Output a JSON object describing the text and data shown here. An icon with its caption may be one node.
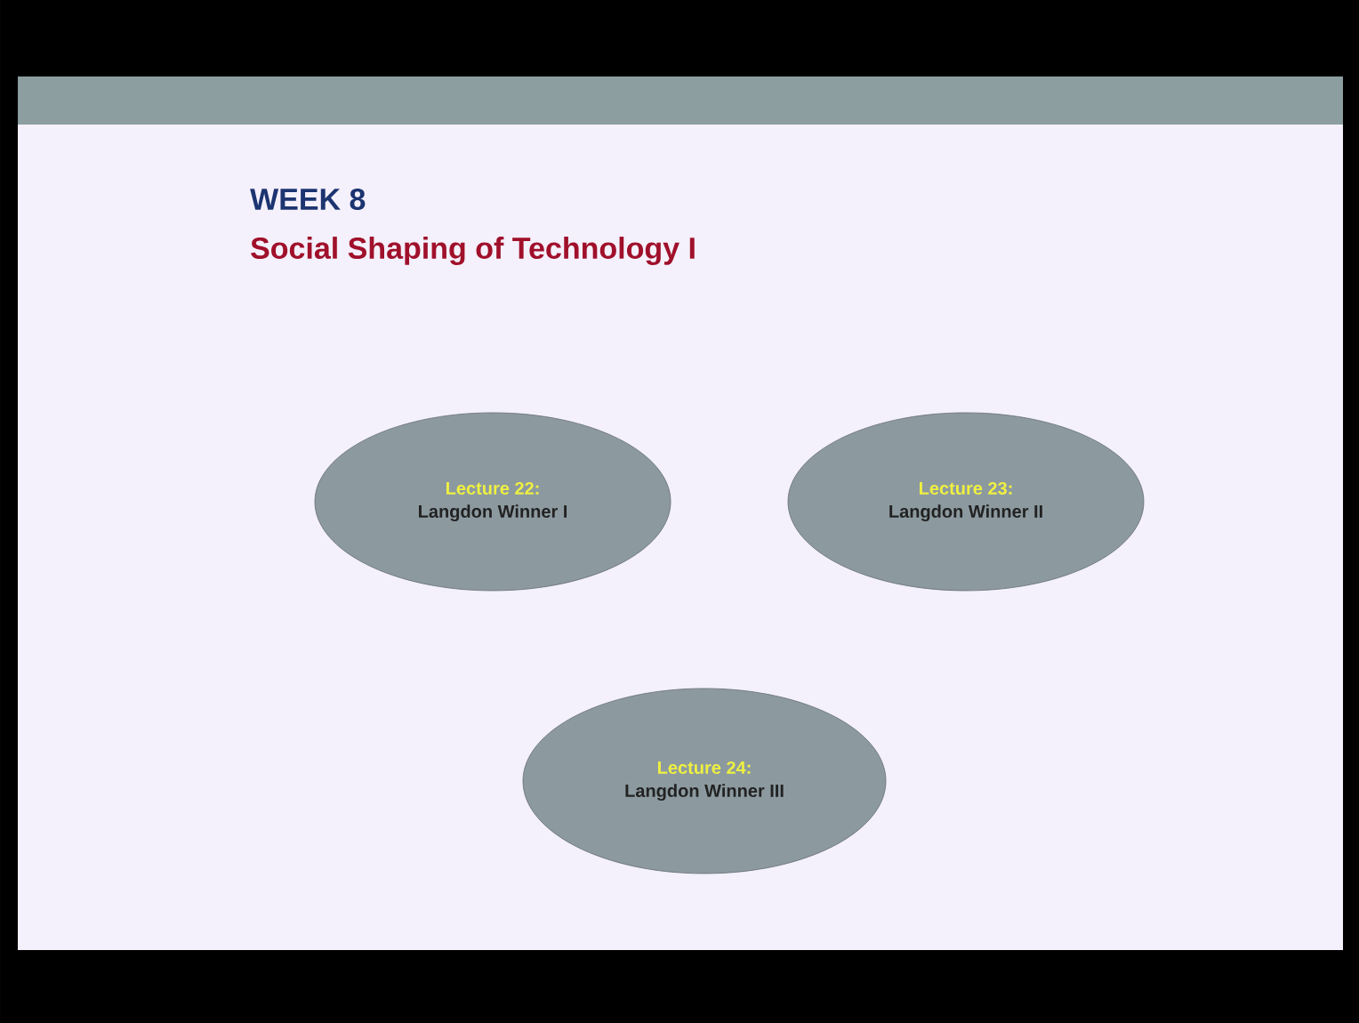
{
  "diagram": {
    "title": "WEEK 8",
    "nodes": [
      {
        "text": [
          "Lecture 22:",
          "Langdon Winner I"
        ]
      },
      {
        "text": [
          "Lecture 23:",
          "Langdon Winner II"
        ]
      },
      {
        "text": [
          "Lecture 24:",
          "Langdon Winner III"
        ]
      }
    ],
    "labels": [
      "Social Shaping of Technology I"
    ]
  }
}
